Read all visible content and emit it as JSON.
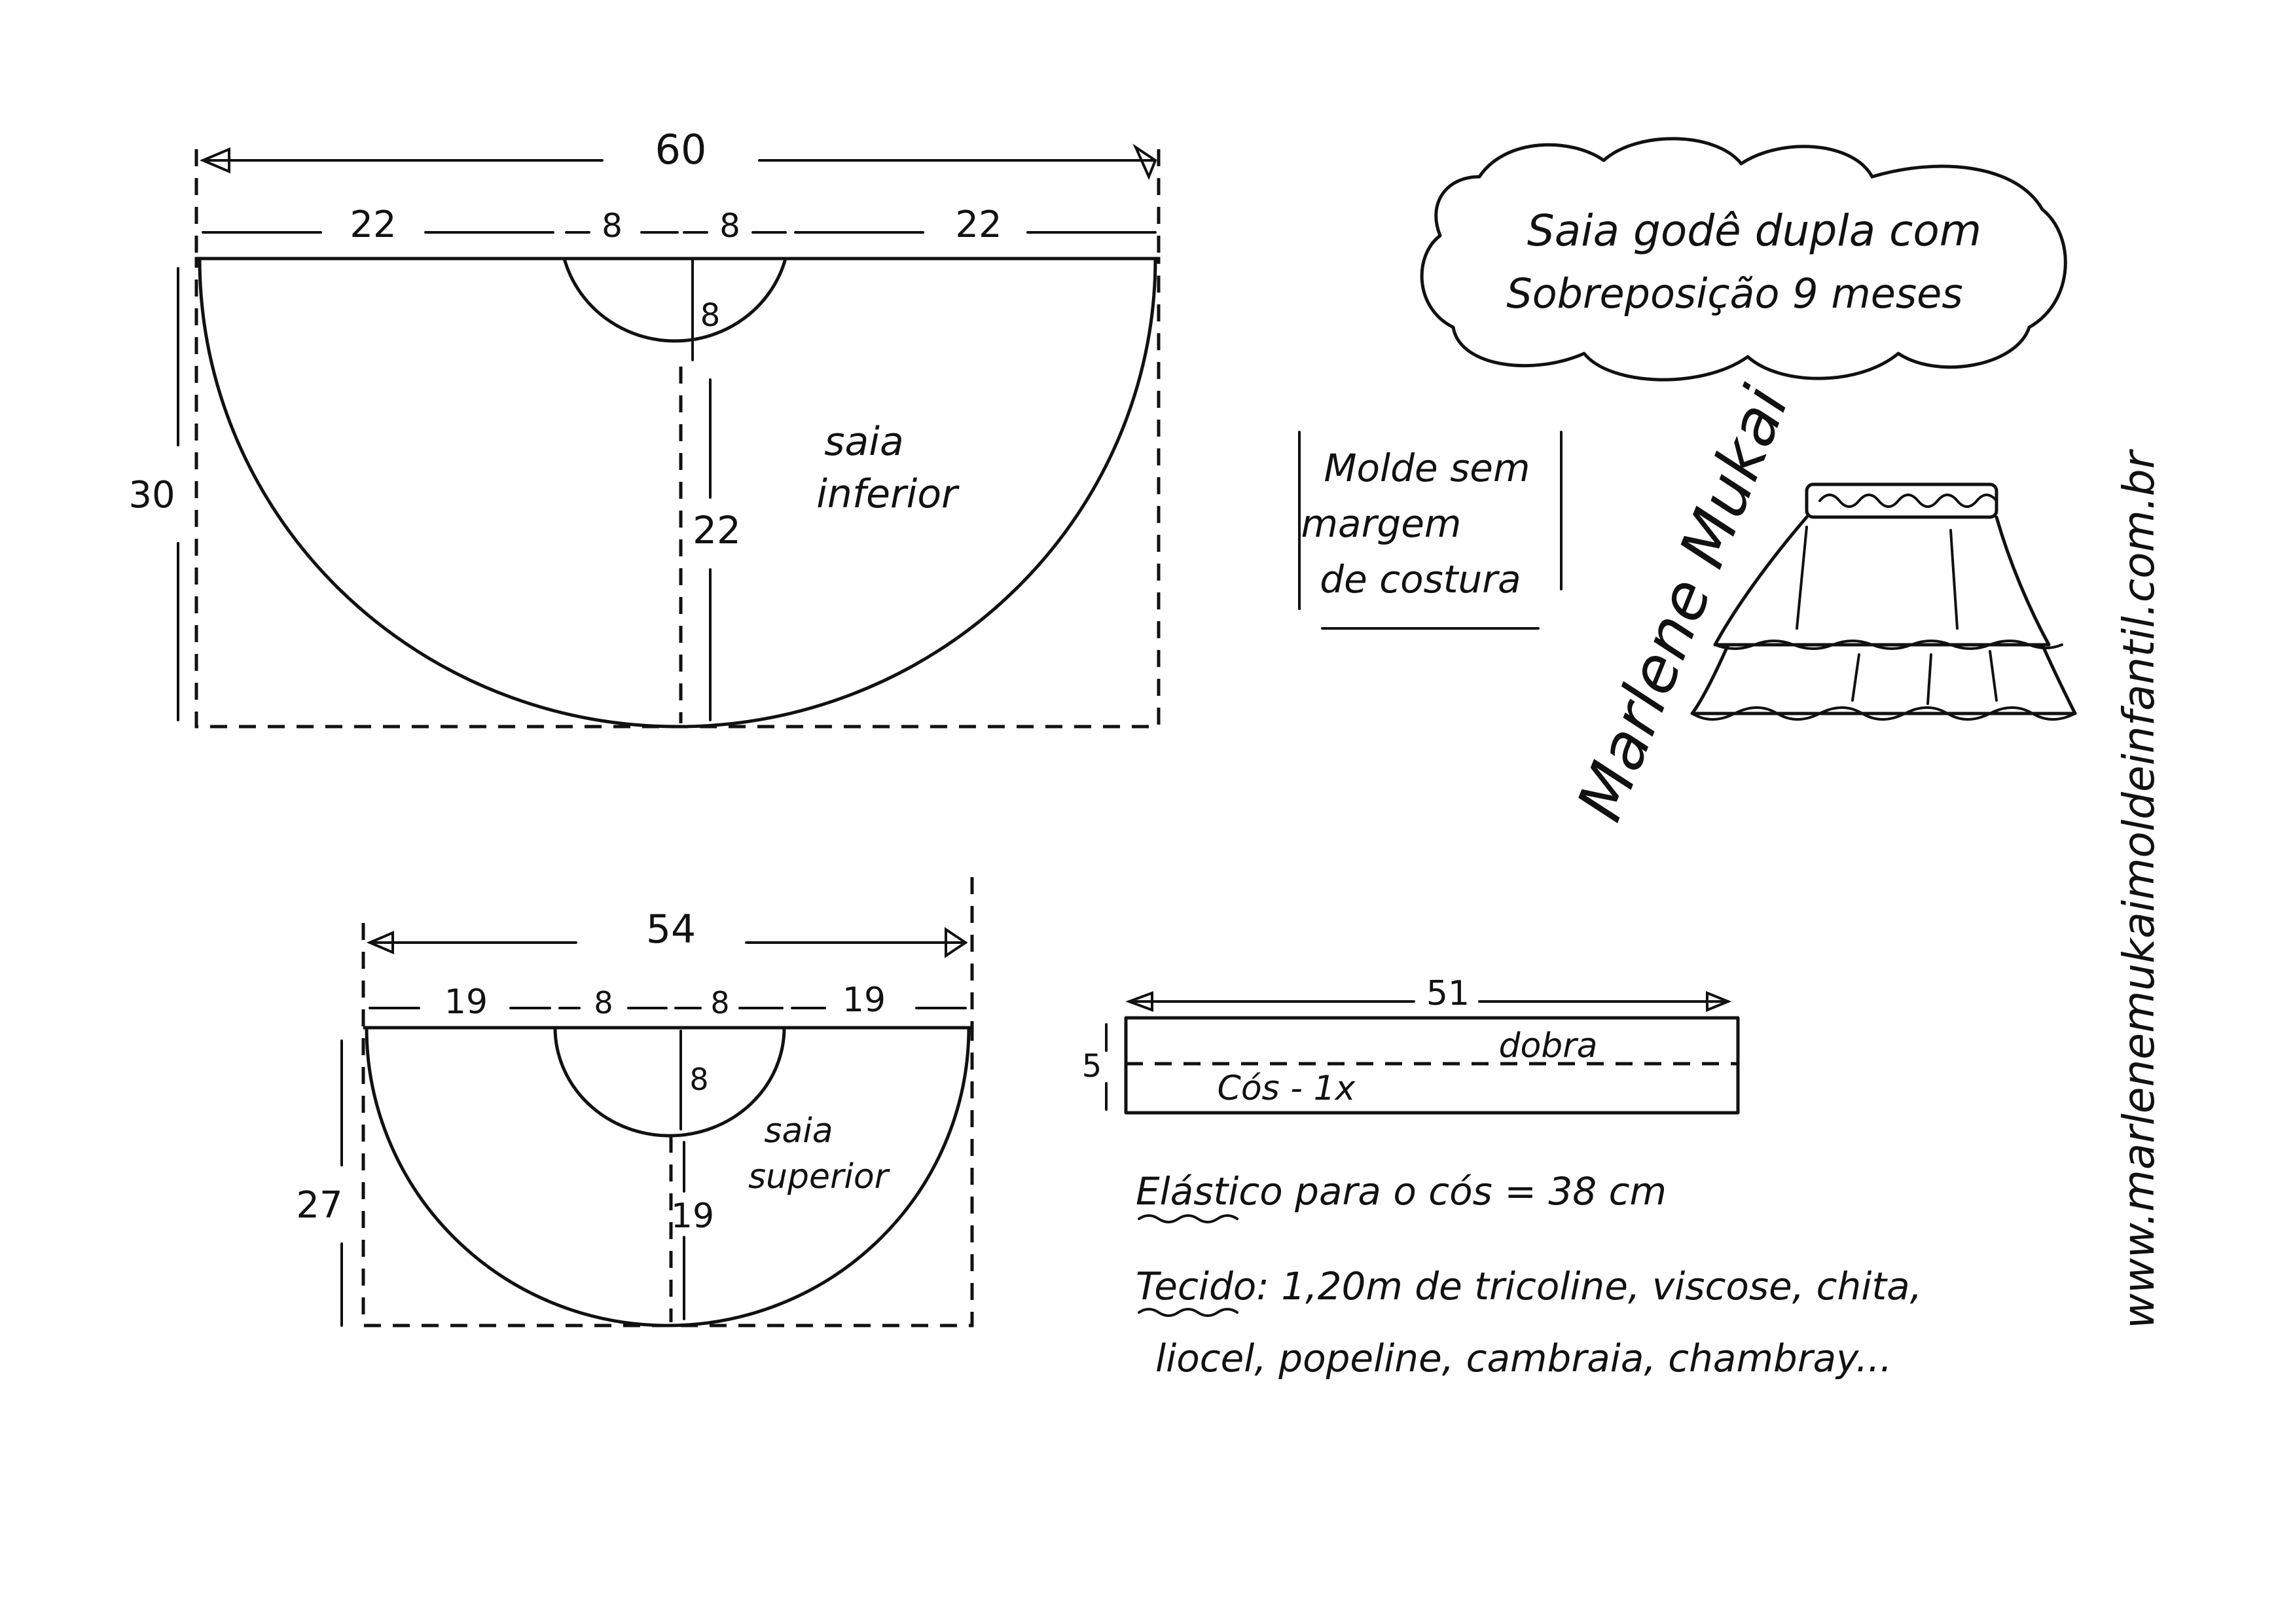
{
  "title": {
    "line1": "Saia godê dupla com",
    "line2": "Sobreposição 9 meses"
  },
  "note_box": {
    "line1": "Molde sem",
    "line2": "margem",
    "line3": "de costura"
  },
  "signature": "Marlene Mukai",
  "website": "www.marlenemukaimoldeinfantil.com.br",
  "lower_skirt": {
    "label_line1": "saia",
    "label_line2": "inferior",
    "total_width": "60",
    "left_segment": "22",
    "center_left": "8",
    "center_right": "8",
    "right_segment": "22",
    "waist_radius": "8",
    "skirt_length": "22",
    "height": "30"
  },
  "upper_skirt": {
    "label_line1": "saia",
    "label_line2": "superior",
    "total_width": "54",
    "left_segment": "19",
    "center_left": "8",
    "center_right": "8",
    "right_segment": "19",
    "waist_radius": "8",
    "skirt_length": "19",
    "height": "27"
  },
  "waistband": {
    "length": "51",
    "height": "5",
    "fold_label": "dobra",
    "piece_label": "Cós - 1x"
  },
  "notes": {
    "elastic": "Elástico para o cós = 38 cm",
    "fabric_line1": "Tecido: 1,20m de tricoline, viscose, chita,",
    "fabric_line2": "liocel, popeline, cambraia, chambray..."
  }
}
